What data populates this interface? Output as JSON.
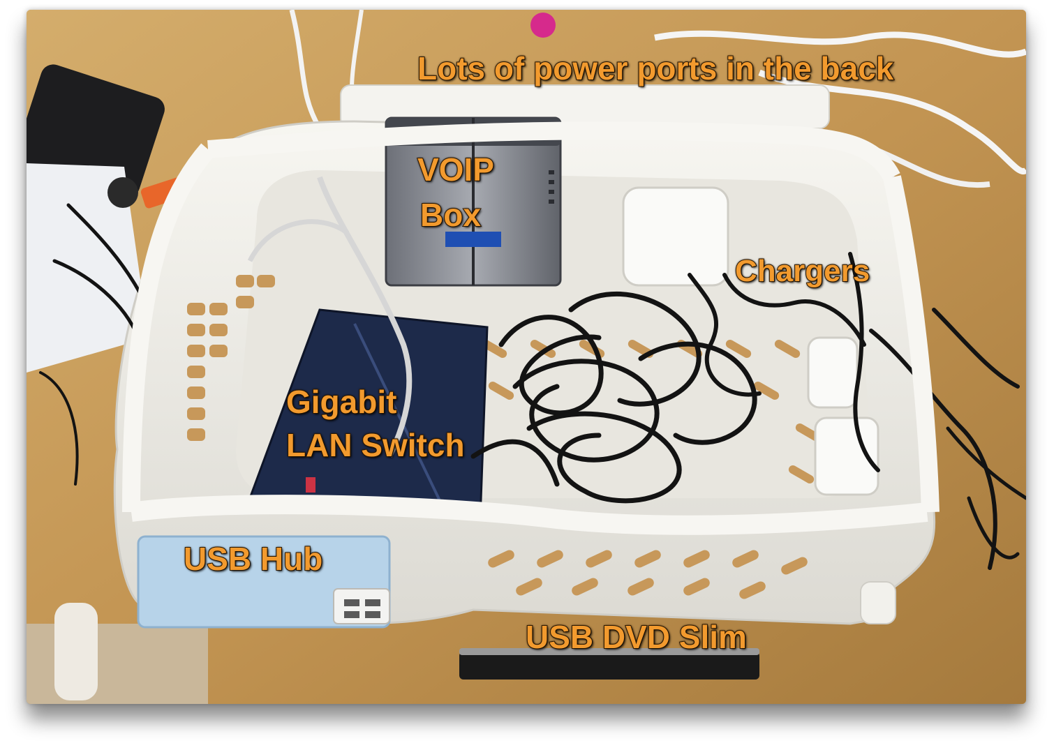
{
  "labels": {
    "power_ports": "Lots of power ports in the back",
    "voip_line1": "VOIP",
    "voip_line2": "Box",
    "chargers": "Chargers",
    "switch_line1": "Gigabit",
    "switch_line2": "LAN Switch",
    "usb_hub": "USB Hub",
    "dvd": "USB DVD Slim"
  },
  "colors": {
    "label_fill": "#f29a2e",
    "label_outline": "#3a2206",
    "desk": "#c49a58",
    "basket": "#f2f1ec"
  }
}
